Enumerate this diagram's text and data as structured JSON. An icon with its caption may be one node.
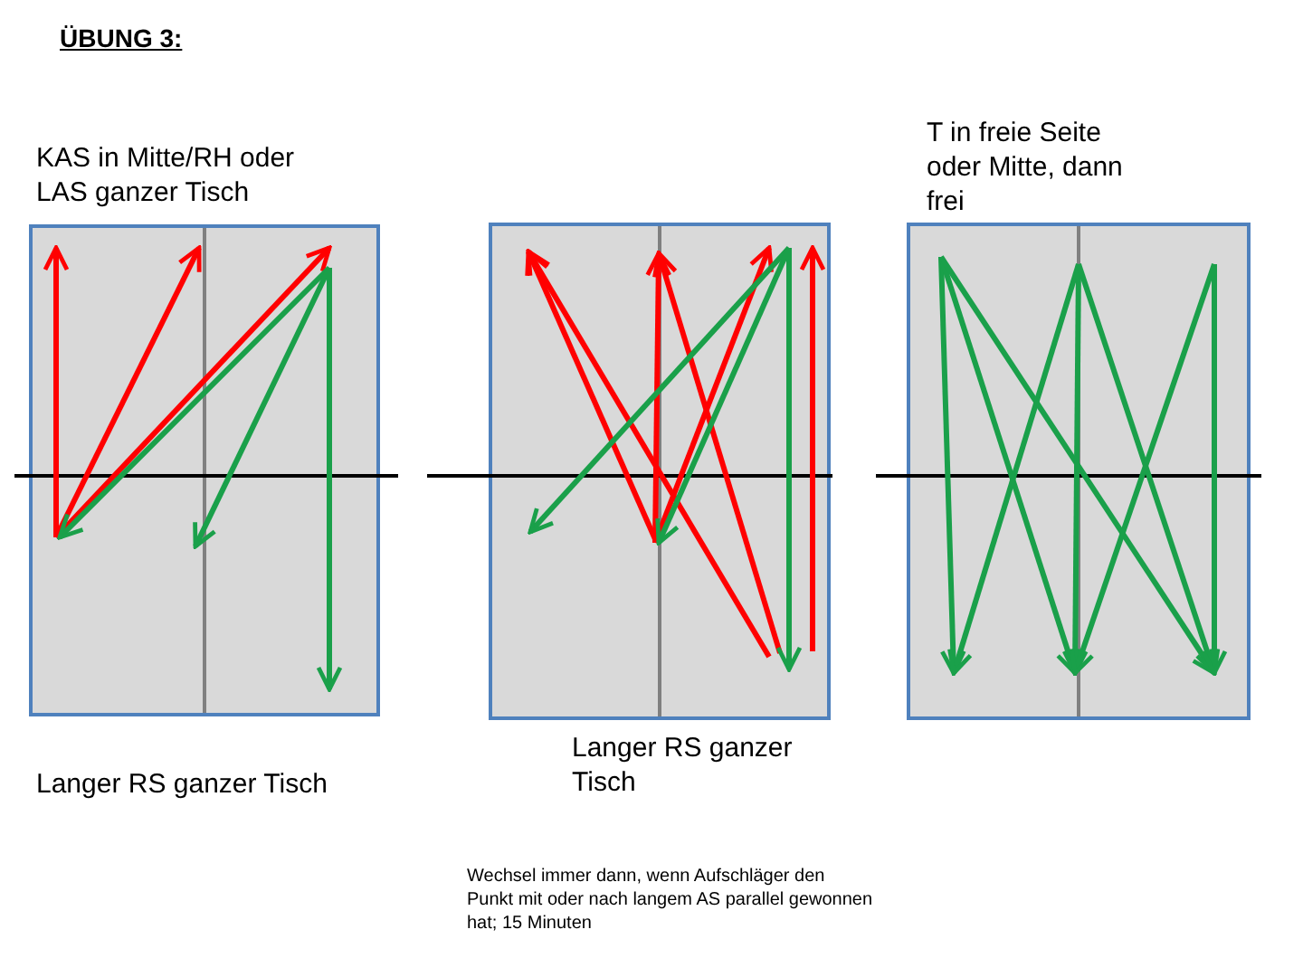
{
  "diagram": {
    "title": "ÜBUNG 3:",
    "nodes": [
      {
        "text": [
          "KAS in Mitte/RH oder LAS ganzer Tisch",
          "Langer RS ganzer Tisch"
        ]
      },
      {
        "text": [
          "Langer RS ganzer Tisch"
        ]
      },
      {
        "text": [
          "T in freie Seite oder Mitte, dann frei"
        ]
      }
    ],
    "labels": [
      "Wechsel immer dann, wenn Aufschläger den Punkt mit oder nach langem AS parallel gewonnen hat; 15 Minuten"
    ]
  }
}
